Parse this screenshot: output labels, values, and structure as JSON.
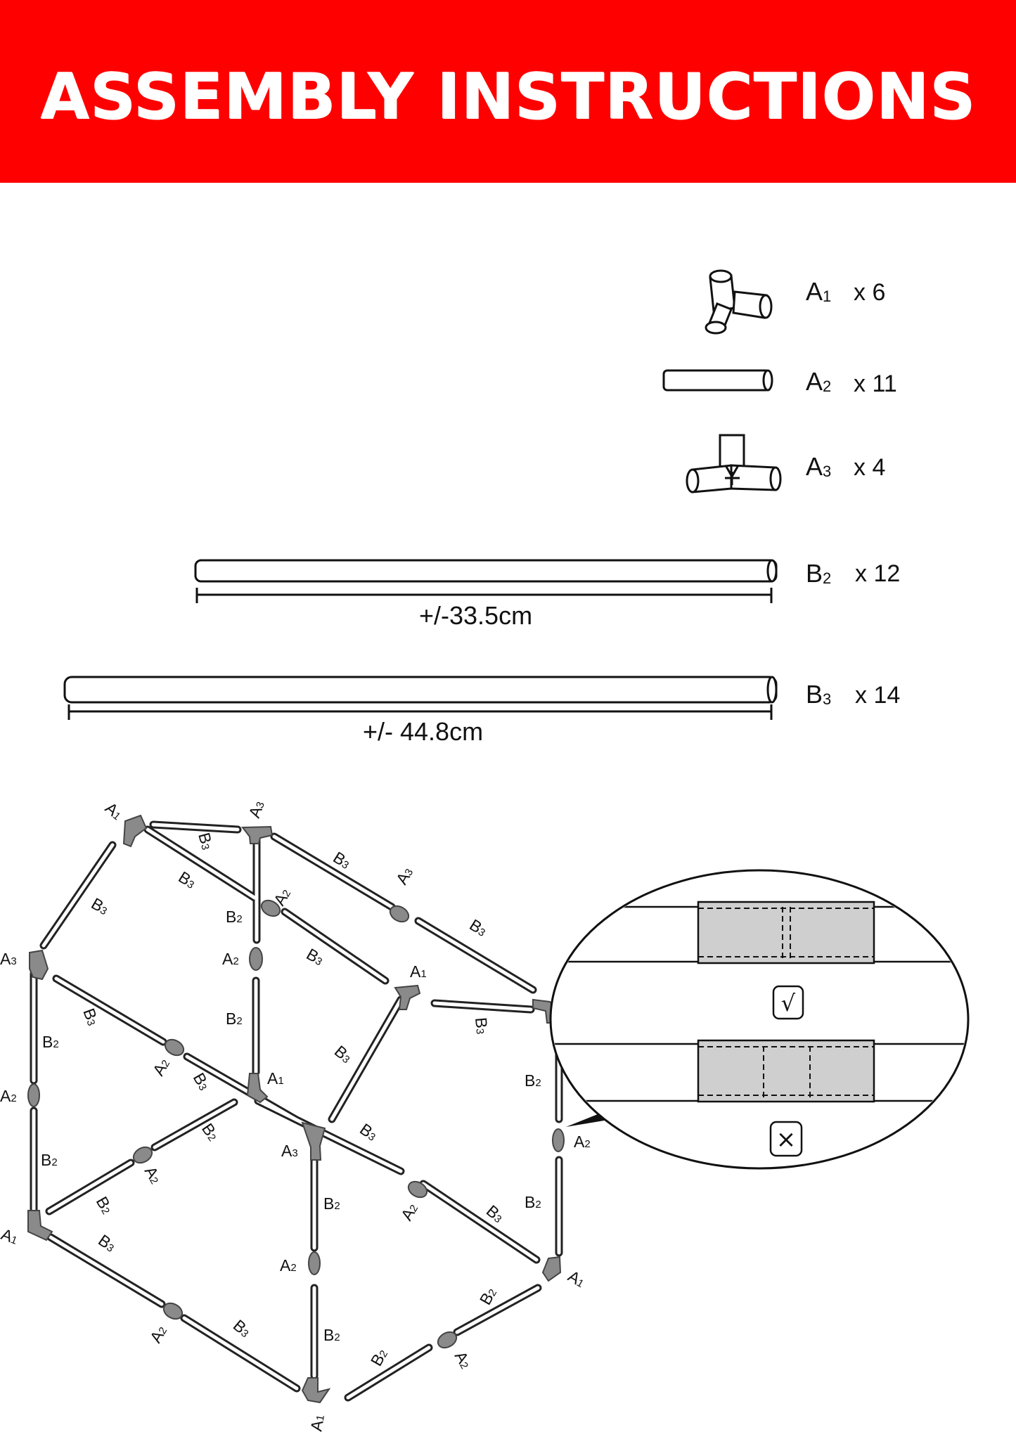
{
  "header": {
    "title": "ASSEMBLY INSTRUCTIONS",
    "background": "#ff0000",
    "text_color": "#ffffff"
  },
  "parts": [
    {
      "code": "A",
      "index": "1",
      "qty": "x 6"
    },
    {
      "code": "A",
      "index": "2",
      "qty": "x 11"
    },
    {
      "code": "A",
      "index": "3",
      "qty": "x 4"
    },
    {
      "code": "B",
      "index": "2",
      "qty": "x 12",
      "length": "+/-33.5cm"
    },
    {
      "code": "B",
      "index": "3",
      "qty": "x 14",
      "length": "+/- 44.8cm"
    }
  ],
  "diagram": {
    "labels": {
      "A": "A",
      "B": "B",
      "one": "1",
      "two": "2",
      "three": "3"
    },
    "detail": {
      "correct_symbol": "√",
      "wrong_symbol": "×"
    }
  }
}
